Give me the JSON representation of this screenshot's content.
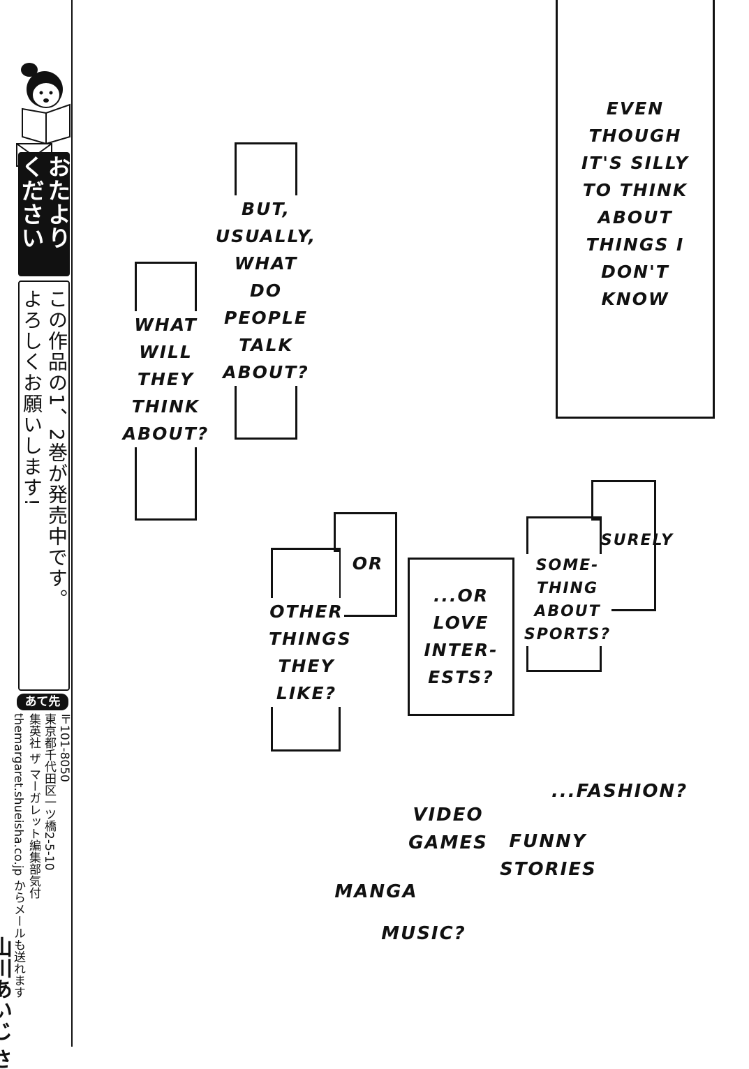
{
  "margin": {
    "title": [
      "おたより",
      "ください"
    ],
    "notice": [
      "この作品の1、2巻が発売中です。",
      "よろしくお願いします!"
    ],
    "ate_label": "あて先",
    "address": [
      "〒101-8050",
      "東京都千代田区一ツ橋2-5-10",
      "集英社 ザ マーガレット編集部気付",
      "themargaret.shueisha.co.jp からメールも送れます"
    ],
    "author": "山川あいじ さ"
  },
  "captions": {
    "even_though": "EVEN\nTHOUGH\nIT'S SILLY\nTO THINK\nABOUT\nTHINGS I\nDON'T\nKNOW",
    "but_usually": "BUT,\nUSUALLY,\nWHAT\nDO\nPEOPLE\nTALK\nABOUT?",
    "what_will": "WHAT\nWILL\nTHEY\nTHINK\nABOUT?",
    "or": "OR",
    "other_things": "OTHER\nTHINGS\nTHEY\nLIKE?",
    "or_love": "...OR\nLOVE\nINTER-\nESTS?",
    "surely": "SURELY",
    "something_sports": "SOME-\nTHING\nABOUT\nSPORTS?"
  },
  "floating_words": {
    "fashion": "...FASHION?",
    "video_games": "VIDEO\nGAMES",
    "funny_stories": "FUNNY\nSTORIES",
    "manga": "MANGA",
    "music": "MUSIC?"
  }
}
